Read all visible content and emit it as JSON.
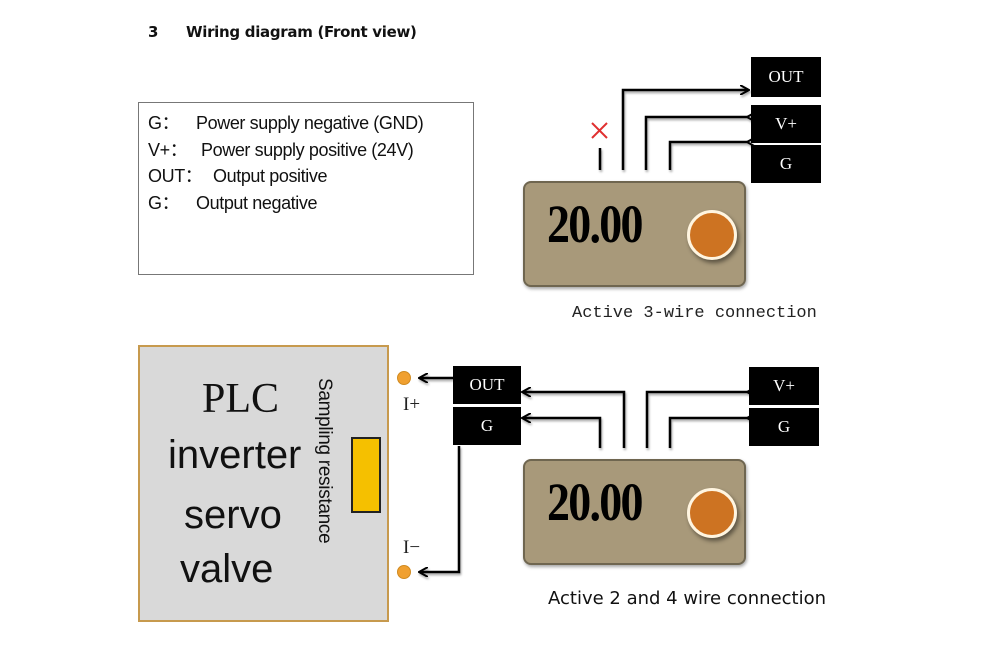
{
  "section": {
    "number": "3",
    "title": "Wiring diagram (Front view)"
  },
  "legend": {
    "items": [
      {
        "key": "G：",
        "desc": "Power supply negative (GND)"
      },
      {
        "key": "V+：",
        "desc": "Power supply positive (24V)"
      },
      {
        "key": "OUT：",
        "desc": "Output positive"
      },
      {
        "key": "G：",
        "desc": "Output negative"
      }
    ]
  },
  "three_wire": {
    "display_value": "20.00",
    "terminals": [
      "OUT",
      "V+",
      "G"
    ],
    "unused_pin_mark": "✕",
    "caption": "Active 3-wire connection"
  },
  "two_four_wire": {
    "display_value": "20.00",
    "output_terminals": [
      "OUT",
      "G"
    ],
    "supply_terminals": [
      "V+",
      "G"
    ],
    "caption": "Active 2 and 4 wire connection"
  },
  "receiver": {
    "lines": [
      "PLC",
      "inverter",
      "servo",
      "valve"
    ],
    "resistor_label": "Sampling resistance",
    "plus_label": "I+",
    "minus_label": "I−"
  },
  "colors": {
    "device_body": "#a8997a",
    "led": "#cd7322",
    "resistor": "#f5c000",
    "terminal_dot": "#f0a030",
    "receiver_border": "#c79a4e",
    "x_mark": "#e03030"
  }
}
